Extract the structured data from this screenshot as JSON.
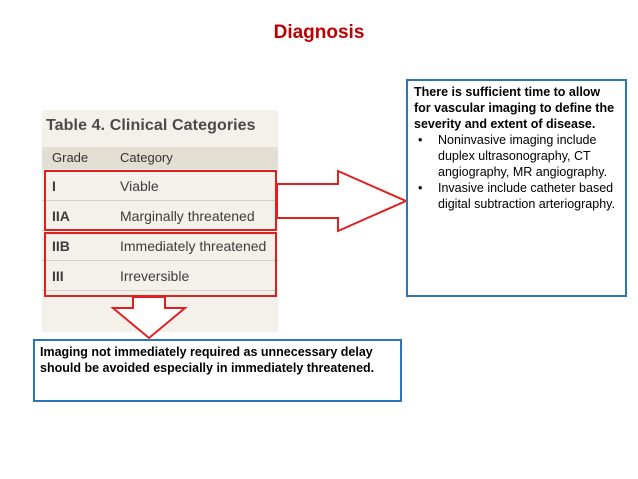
{
  "slide": {
    "title": "Diagnosis"
  },
  "table": {
    "caption": "Table 4. Clinical Categories",
    "headers": [
      "Grade",
      "Category"
    ],
    "rows": [
      {
        "grade": "I",
        "category": "Viable"
      },
      {
        "grade": "IIA",
        "category": "Marginally threatened"
      },
      {
        "grade": "IIB",
        "category": "Immediately threatened"
      },
      {
        "grade": "III",
        "category": "Irreversible"
      }
    ]
  },
  "right_note": {
    "lead": "There is sufficient time to allow for vascular imaging to define the severity and extent of disease.",
    "bullets": [
      "Noninvasive imaging include duplex ultrasonography, CT angiography, MR angiography.",
      "Invasive include catheter based digital subtraction arteriography."
    ]
  },
  "bottom_note": {
    "text": "Imaging not immediately required as unnecessary delay should be avoided especially in immediately threatened."
  },
  "colors": {
    "title": "#c00000",
    "arrow": "#e02020",
    "note_border": "#2e75b6"
  }
}
